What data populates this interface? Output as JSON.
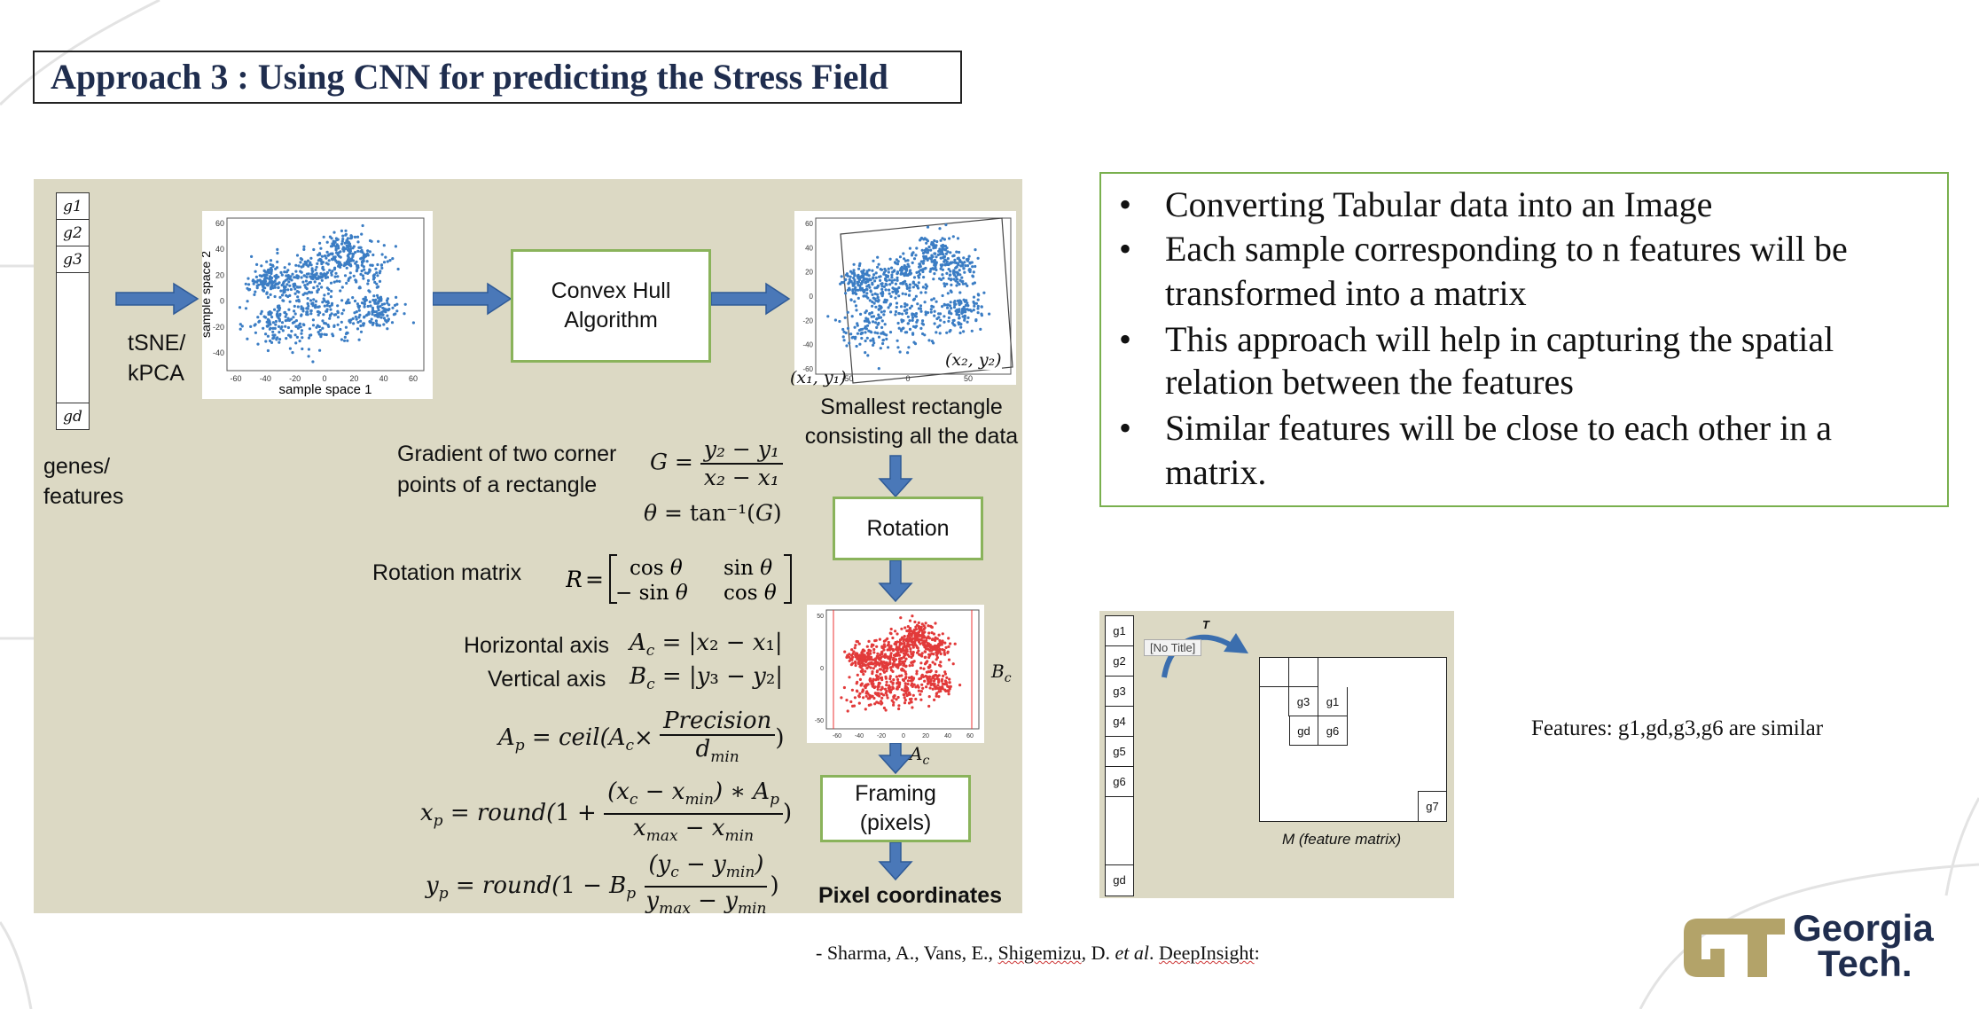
{
  "title": "Approach 3 : Using CNN for predicting the Stress Field",
  "diagram": {
    "gene_cells": [
      "g1",
      "g2",
      "g3",
      "gd"
    ],
    "genes_label_line1": "genes/",
    "genes_label_line2": "features",
    "tsne_label_line1": "tSNE/",
    "tsne_label_line2": "kPCA",
    "scatter1": {
      "ylabel": "sample space 2",
      "xlabel": "sample space 1",
      "yticks": [
        "60",
        "40",
        "20",
        "0",
        "-20",
        "-40"
      ],
      "xticks": [
        "-60",
        "-40",
        "-20",
        "0",
        "20",
        "40",
        "60"
      ]
    },
    "convex_hull_line1": "Convex Hull",
    "convex_hull_line2": "Algorithm",
    "scatter2": {
      "yticks": [
        "60",
        "40",
        "20",
        "0",
        "-20",
        "-40",
        "-60"
      ],
      "xticks": [
        "-50",
        "0",
        "50"
      ],
      "corner1": "(x₁, y₁)",
      "corner2": "(x₂, y₂)"
    },
    "smallest_rect_line1": "Smallest rectangle",
    "smallest_rect_line2": "consisting all the data",
    "gradient_label_line1": "Gradient of two corner",
    "gradient_label_line2": "points of a rectangle",
    "rotation_label": "Rotation",
    "rotation_matrix_label": "Rotation matrix",
    "horizontal_axis_label": "Horizontal axis",
    "vertical_axis_label": "Vertical axis",
    "framing_line1": "Framing",
    "framing_line2": "(pixels)",
    "pixel_coords_label": "Pixel coordinates",
    "scatter3": {
      "yticks": [
        "50",
        "0",
        "-50"
      ],
      "xticks": [
        "-60",
        "-40",
        "-20",
        "0",
        "20",
        "40",
        "60"
      ],
      "bc_label": "Bc",
      "ac_label": "Ac"
    }
  },
  "bullets": [
    [
      "Converting Tabular data into an Image"
    ],
    [
      "Each sample corresponding to n features will be",
      "transformed into a matrix"
    ],
    [
      "This approach will help in capturing the spatial",
      "relation between the features"
    ],
    [
      "Similar features will be close to each other in a",
      "matrix."
    ]
  ],
  "feature_panel": {
    "vector_cells": [
      "g1",
      "g2",
      "g3",
      "g4",
      "g5",
      "g6",
      "gd"
    ],
    "tooltip": "[No Title]",
    "t_label": "T",
    "matrix_cells": [
      "g3",
      "g1",
      "gd",
      "g6",
      "g7"
    ],
    "matrix_label": "M (feature matrix)"
  },
  "features_note": "Features: g1,gd,g3,g6 are similar",
  "reference": {
    "prefix": "- Sharma, A., Vans, E., ",
    "shigemizu": "Shigemizu",
    "mid": ", D. ",
    "etal": "et al",
    "dot": ". ",
    "deepinsight": "DeepInsight",
    "suffix": ":"
  },
  "logo": {
    "line1": "Georgia",
    "line2": "Tech."
  },
  "colors": {
    "diagram_bg": "#dcd9c4",
    "arrow": "#4a78b8",
    "box_border": "#8ab35b",
    "title": "#1f2d4e",
    "gold": "#b3a369"
  }
}
